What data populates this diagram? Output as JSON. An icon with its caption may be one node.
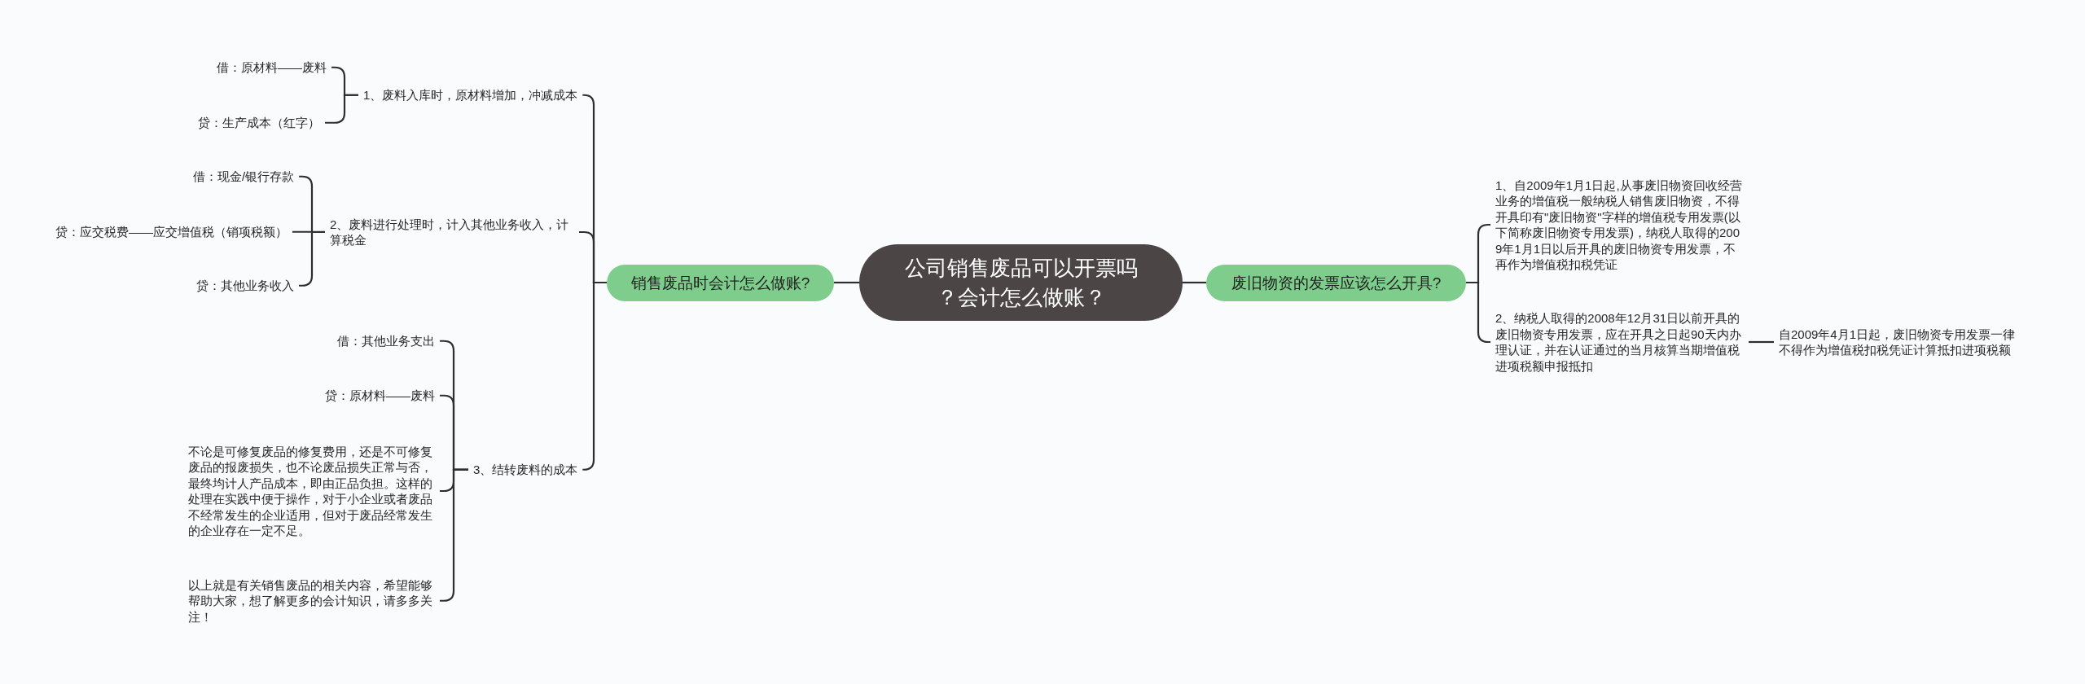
{
  "diagram": {
    "nodes": [
      {
        "text": [
          "公司销售废品可以开票吗？会计怎么做账？"
        ]
      },
      {
        "text": [
          "销售废品时会计怎么做账?"
        ]
      },
      {
        "text": [
          "1、废料入库时，原材料增加，冲减成本"
        ]
      },
      {
        "text": [
          "借：原材料——废料"
        ]
      },
      {
        "text": [
          "贷：生产成本（红字）"
        ]
      },
      {
        "text": [
          "2、废料进行处理时，计入其他业务收入，计算税金"
        ]
      },
      {
        "text": [
          "借：现金/银行存款"
        ]
      },
      {
        "text": [
          "贷：应交税费——应交增值税（销项税额）"
        ]
      },
      {
        "text": [
          "贷：其他业务收入"
        ]
      },
      {
        "text": [
          "3、结转废料的成本"
        ]
      },
      {
        "text": [
          "借：其他业务支出"
        ]
      },
      {
        "text": [
          "贷：原材料——废料"
        ]
      },
      {
        "text": [
          "不论是可修复废品的修复费用，还是不可修复废品的报废损失，也不论废品损失正常与否，最终均计人产品成本，即由正品负担。这样的处理在实践中便于操作，对于小企业或者废品不经常发生的企业适用，但对于废品经常发生的企业存在一定不足。"
        ]
      },
      {
        "text": [
          "以上就是有关销售废品的相关内容，希望能够帮助大家，想了解更多的会计知识，请多多关注！"
        ]
      },
      {
        "text": [
          "废旧物资的发票应该怎么开具?"
        ]
      },
      {
        "text": [
          "1、自2009年1月1日起,从事废旧物资回收经营业务的增值税一般纳税人销售废旧物资，不得开具印有\"废旧物资\"字样的增值税专用发票(以下简称废旧物资专用发票)，纳税人取得的2009年1月1日以后开具的废旧物资专用发票，不再作为增值税扣税凭证"
        ]
      },
      {
        "text": [
          "2、纳税人取得的2008年12月31日以前开具的废旧物资专用发票，应在开具之日起90天内办理认证，并在认证通过的当月核算当期增值税进项税额申报抵扣"
        ]
      },
      {
        "text": [
          "自2009年4月1日起，废旧物资专用发票一律不得作为增值税扣税凭证计算抵扣进项税额"
        ]
      }
    ],
    "edges": [
      {
        "from": 0,
        "to": 1,
        "arrow": "none"
      },
      {
        "from": 0,
        "to": 14,
        "arrow": "none"
      },
      {
        "from": 1,
        "to": 2,
        "arrow": "none"
      },
      {
        "from": 1,
        "to": 5,
        "arrow": "none"
      },
      {
        "from": 1,
        "to": 9,
        "arrow": "none"
      },
      {
        "from": 2,
        "to": 3,
        "arrow": "none"
      },
      {
        "from": 2,
        "to": 4,
        "arrow": "none"
      },
      {
        "from": 5,
        "to": 6,
        "arrow": "none"
      },
      {
        "from": 5,
        "to": 7,
        "arrow": "none"
      },
      {
        "from": 5,
        "to": 8,
        "arrow": "none"
      },
      {
        "from": 9,
        "to": 10,
        "arrow": "none"
      },
      {
        "from": 9,
        "to": 11,
        "arrow": "none"
      },
      {
        "from": 9,
        "to": 12,
        "arrow": "none"
      },
      {
        "from": 9,
        "to": 13,
        "arrow": "none"
      },
      {
        "from": 14,
        "to": 15,
        "arrow": "none"
      },
      {
        "from": 14,
        "to": 16,
        "arrow": "none"
      },
      {
        "from": 16,
        "to": 17,
        "arrow": "none"
      }
    ]
  }
}
